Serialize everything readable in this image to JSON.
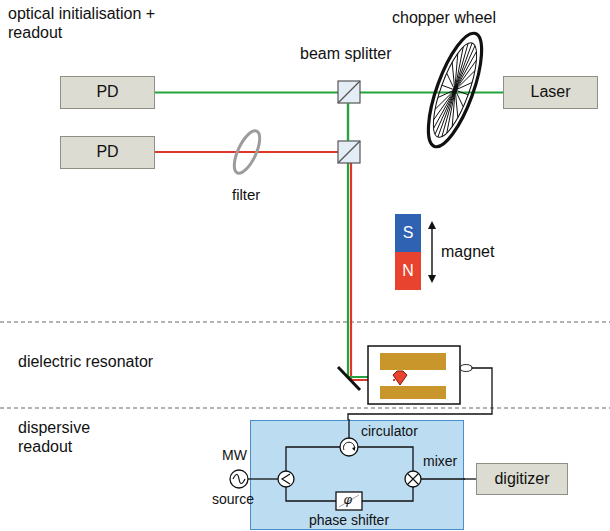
{
  "diagram": {
    "nodes": [
      {
        "text": [
          "PD"
        ]
      },
      {
        "text": [
          "Laser"
        ]
      },
      {
        "text": [
          "PD"
        ]
      },
      {
        "text": [
          "S"
        ]
      },
      {
        "text": [
          "N"
        ]
      },
      {
        "text": [
          "circulator",
          "mixer",
          "phase shifter"
        ]
      },
      {
        "text": [
          "digitizer"
        ]
      }
    ],
    "edges": [
      {
        "from": 1,
        "to": 0,
        "arrow": "none"
      },
      {
        "from": 5,
        "to": 6,
        "arrow": "none"
      }
    ],
    "labels": [
      "optical initialisation + readout",
      "chopper wheel",
      "beam splitter",
      "filter",
      "magnet",
      "dielectric resonator",
      "dispersive readout",
      "MW",
      "source",
      "φ"
    ]
  }
}
